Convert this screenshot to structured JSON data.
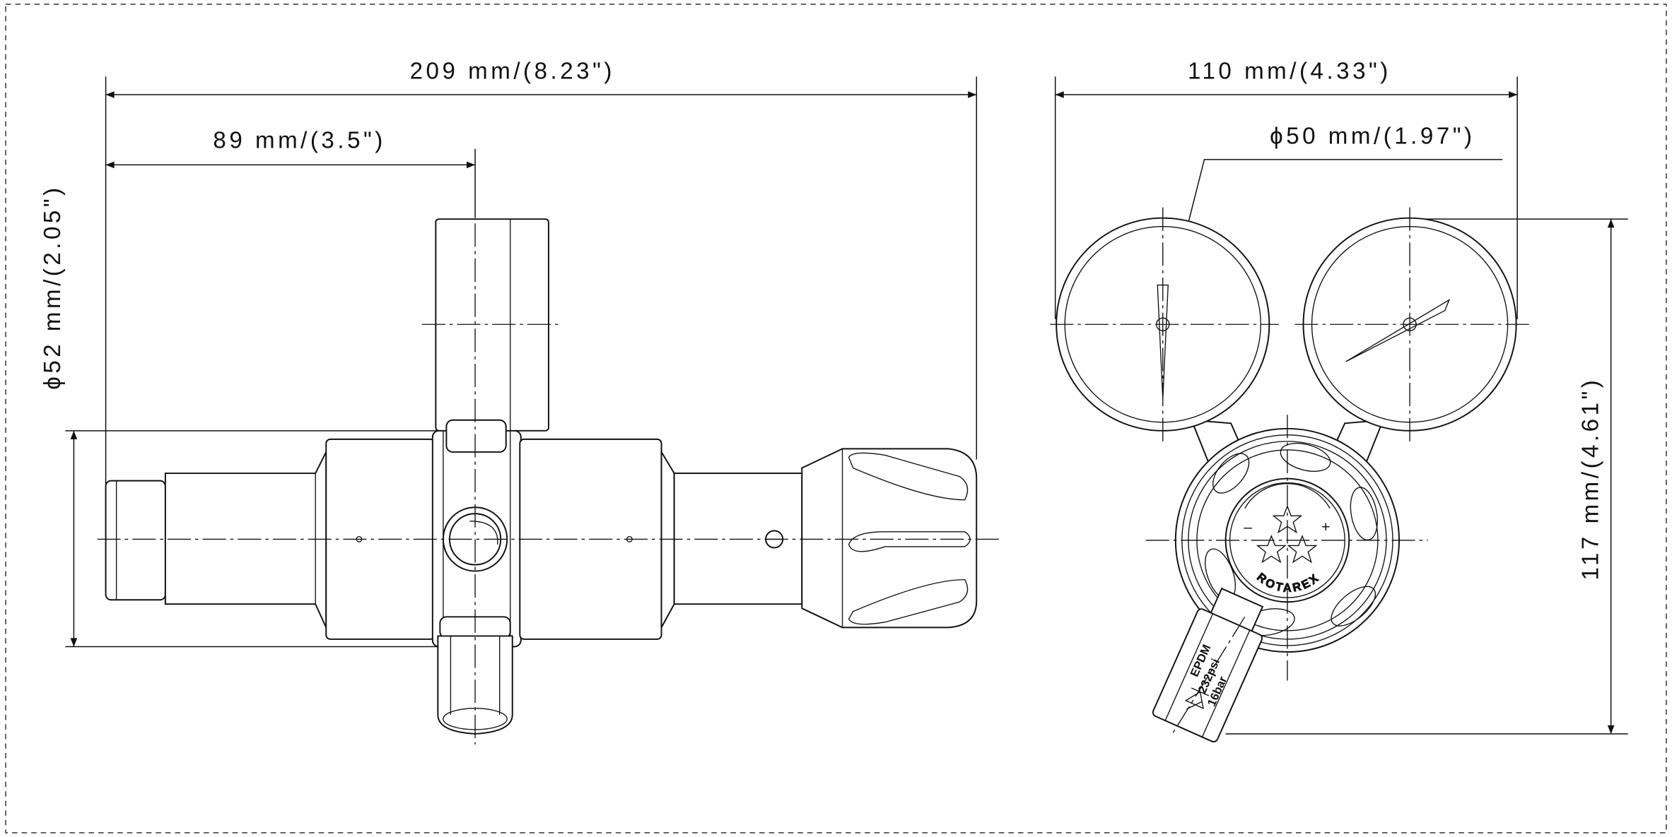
{
  "dimensions": {
    "overall_length": "209 mm/(8.23\")",
    "gauge_offset": "89 mm/(3.5\")",
    "body_diameter": "ϕ52 mm/(2.05\")",
    "overall_width": "110 mm/(4.33\")",
    "gauge_diameter": "ϕ50 mm/(1.97\")",
    "overall_height": "117 mm/(4.61\")"
  },
  "front_view": {
    "brand": "ROTAREX",
    "scale_minus": "–",
    "scale_plus": "+",
    "valve_label": [
      "16bar",
      "232psi",
      "EPDM"
    ]
  }
}
